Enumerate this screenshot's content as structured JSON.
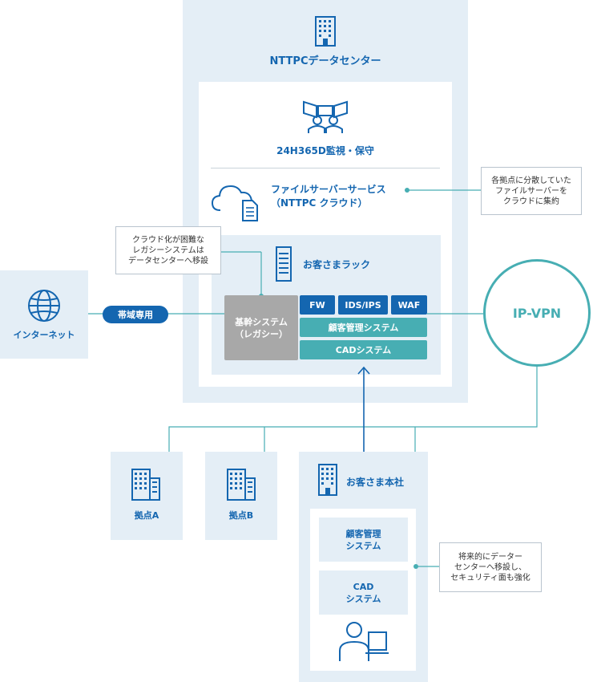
{
  "datacenter": {
    "title": "NTTPCデータセンター",
    "icon": "building-icon"
  },
  "monitoring": {
    "label": "24H365D監視・保守",
    "icon": "operators-icon"
  },
  "file_service": {
    "line1": "ファイルサーバーサービス",
    "line2": "（NTTPC クラウド）",
    "icon": "cloud-document-icon"
  },
  "callout_file": {
    "line1": "各拠点に分散していた",
    "line2": "ファイルサーバーを",
    "line3": "クラウドに集約"
  },
  "callout_legacy": {
    "line1": "クラウド化が困難な",
    "line2": "レガシーシステムは",
    "line3": "データセンターへ移設"
  },
  "rack": {
    "title": "お客さまラック",
    "icon": "server-rack-icon"
  },
  "legacy": {
    "line1": "基幹システム",
    "line2": "（レガシー）"
  },
  "security": {
    "fw": "FW",
    "ids": "IDS/IPS",
    "waf": "WAF"
  },
  "systems": {
    "crm": "顧客管理システム",
    "cad": "CADシステム"
  },
  "internet": {
    "label": "インターネット",
    "icon": "globe-icon"
  },
  "line_label": "帯域専用",
  "vpn": {
    "label": "IP-VPN"
  },
  "branch_a": {
    "label": "拠点A",
    "icon": "building-icon"
  },
  "branch_b": {
    "label": "拠点B",
    "icon": "building-icon"
  },
  "hq": {
    "title": "お客さま本社",
    "icon": "building-icon",
    "crm_line1": "顧客管理",
    "crm_line2": "システム",
    "cad_line1": "CAD",
    "cad_line2": "システム",
    "user_icon": "user-computer-icon"
  },
  "callout_hq": {
    "line1": "将来的にデーター",
    "line2": "センターへ移設し、",
    "line3": "セキュリティ面も強化"
  },
  "colors": {
    "blue": "#1466b0",
    "teal": "#47aeb3",
    "panel": "#e4eef6",
    "gray": "#a8a8a8"
  }
}
